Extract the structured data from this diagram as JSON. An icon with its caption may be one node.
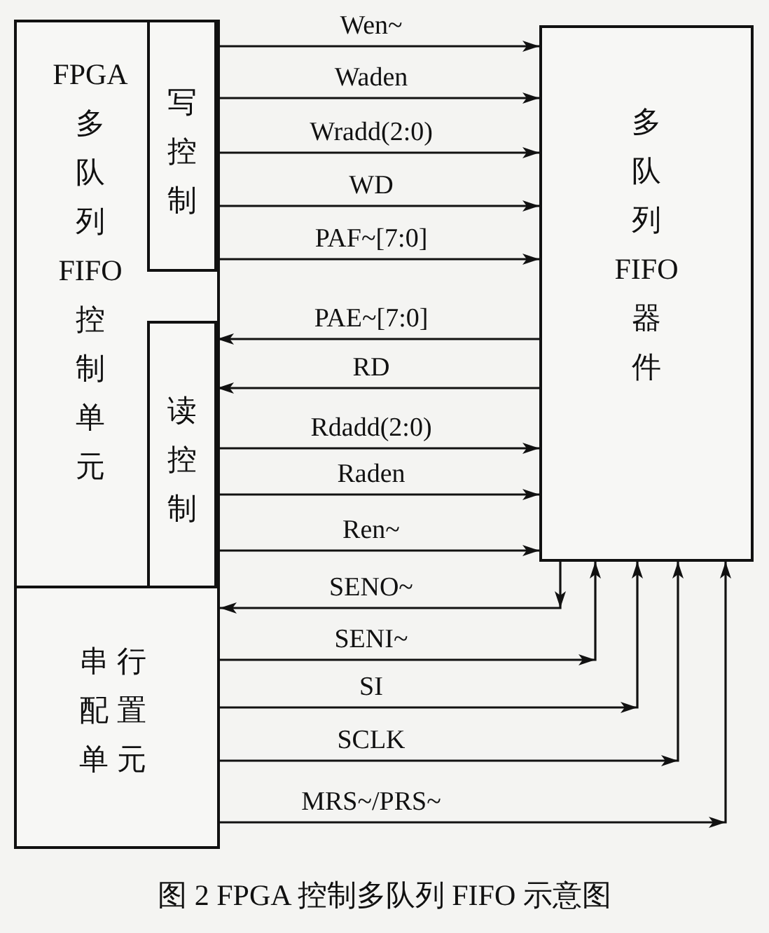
{
  "diagram": {
    "caption": "图 2 FPGA 控制多队列 FIFO 示意图",
    "nodes": [
      {
        "text": [
          "FPGA多队列FIFO控制单元"
        ]
      },
      {
        "text": [
          "写控制"
        ],
        "in": 0
      },
      {
        "text": [
          "读控制"
        ],
        "in": 0
      },
      {
        "text": [
          "串行配置单元"
        ]
      },
      {
        "text": [
          "多队列FIFO器件"
        ]
      }
    ],
    "edges": [
      {
        "from": 1,
        "to": 4,
        "arrow": "to",
        "label": "Wen~"
      },
      {
        "from": 1,
        "to": 4,
        "arrow": "to",
        "label": "Waden"
      },
      {
        "from": 1,
        "to": 4,
        "arrow": "to",
        "label": "Wradd(2:0)"
      },
      {
        "from": 1,
        "to": 4,
        "arrow": "to",
        "label": "WD"
      },
      {
        "from": 1,
        "to": 4,
        "arrow": "to",
        "label": "PAF~[7:0]"
      },
      {
        "from": 4,
        "to": 2,
        "arrow": "to",
        "label": "PAE~[7:0]"
      },
      {
        "from": 4,
        "to": 2,
        "arrow": "to",
        "label": "RD"
      },
      {
        "from": 2,
        "to": 4,
        "arrow": "to",
        "label": "Rdadd(2:0)"
      },
      {
        "from": 2,
        "to": 4,
        "arrow": "to",
        "label": "Raden"
      },
      {
        "from": 2,
        "to": 4,
        "arrow": "to",
        "label": "Ren~"
      },
      {
        "from": 4,
        "to": 3,
        "arrow": "to",
        "label": "SENO~"
      },
      {
        "from": 3,
        "to": 4,
        "arrow": "to",
        "label": "SENI~"
      },
      {
        "from": 3,
        "to": 4,
        "arrow": "to",
        "label": "SI"
      },
      {
        "from": 3,
        "to": 4,
        "arrow": "to",
        "label": "SCLK"
      },
      {
        "from": 3,
        "to": 4,
        "arrow": "to",
        "label": "MRS~/PRS~"
      }
    ]
  }
}
